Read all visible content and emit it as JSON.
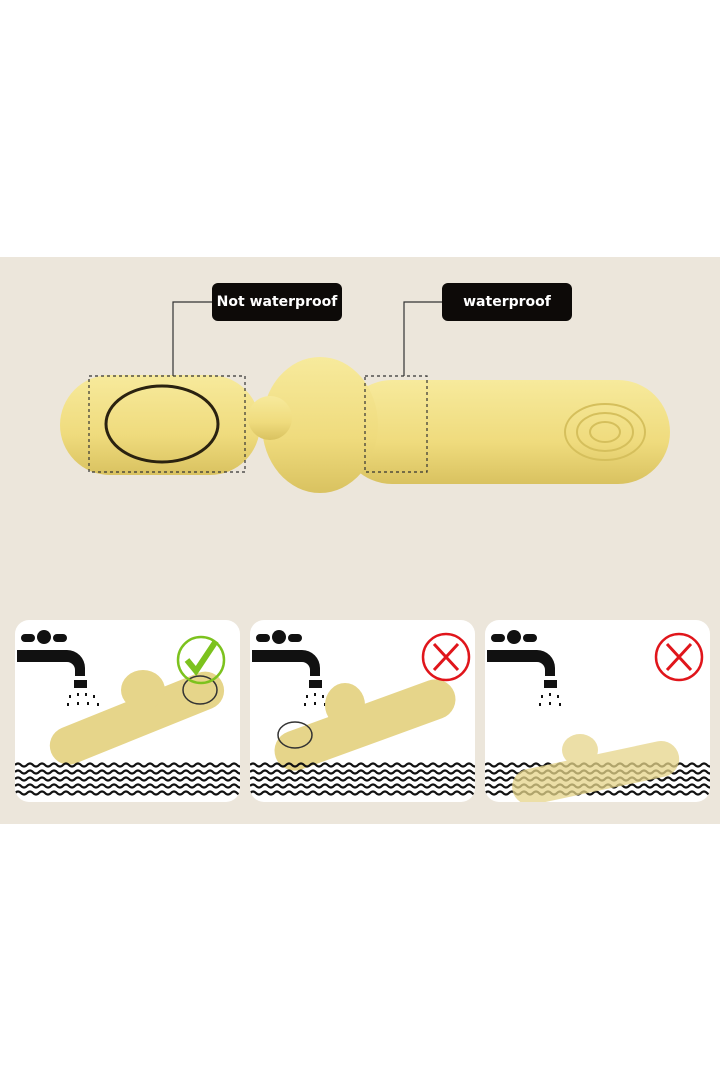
{
  "labels": {
    "not_waterproof": "Not waterproof",
    "waterproof": "waterproof"
  },
  "panels": [
    {
      "status": "ok",
      "status_icon": "check-circle-icon",
      "color": "#7cc21e"
    },
    {
      "status": "not-ok",
      "status_icon": "x-circle-icon",
      "color": "#e0151b"
    },
    {
      "status": "not-ok",
      "status_icon": "x-circle-icon",
      "color": "#e0151b"
    }
  ],
  "colors": {
    "background": "#ece6db",
    "product": "#f2e08a",
    "label_bg": "#0d0a08"
  }
}
